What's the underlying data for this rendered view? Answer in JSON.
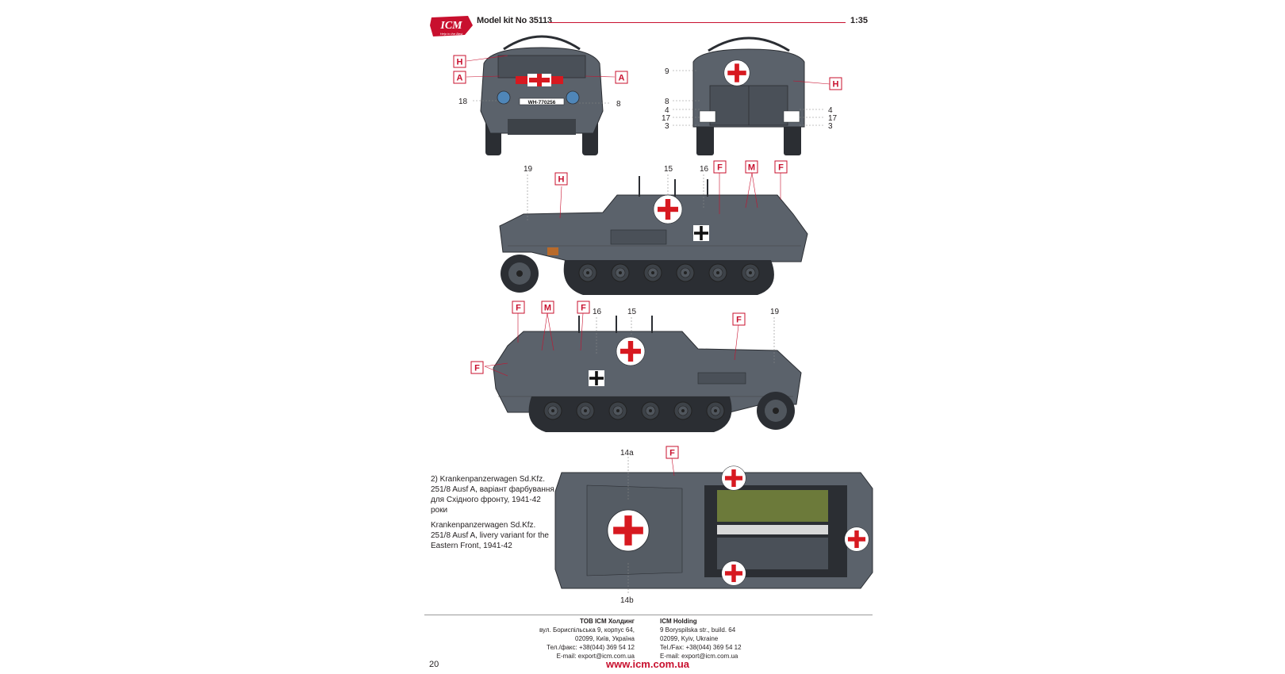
{
  "header": {
    "brand": "ICM",
    "tagline": "Help to the Best",
    "kit_no": "Model kit No 35113",
    "scale": "1:35",
    "accent_color": "#c8102e"
  },
  "vehicle_colors": {
    "panzer_grey": "#5b626b",
    "dark": "#2b2e33",
    "cross_red": "#d71920",
    "interior_green": "#6c7a3a"
  },
  "views": {
    "front": {
      "plate": "WH-770256",
      "callouts": [
        "18",
        "8"
      ],
      "marks": [
        "H",
        "A",
        "A"
      ]
    },
    "rear": {
      "callouts_left": [
        "9",
        "8",
        "4",
        "17",
        "3"
      ],
      "callouts_right": [
        "4",
        "17",
        "3"
      ],
      "marks": [
        "H"
      ]
    },
    "side_left": {
      "callouts": [
        "19",
        "15",
        "16"
      ],
      "marks": [
        "H",
        "F",
        "M",
        "F"
      ]
    },
    "side_right": {
      "callouts": [
        "16",
        "15",
        "19"
      ],
      "marks": [
        "F",
        "M",
        "F",
        "F",
        "F"
      ]
    },
    "top": {
      "callouts": [
        "14a",
        "14b"
      ],
      "marks": [
        "F"
      ]
    }
  },
  "caption": {
    "ua": "2) Krankenpanzerwagen Sd.Kfz. 251/8 Ausf A, варіант фарбування для Східного фронту, 1941-42 роки",
    "en": "Krankenpanzerwagen Sd.Kfz. 251/8 Ausf A, livery variant for the Eastern Front, 1941-42"
  },
  "footer": {
    "left": {
      "company": "ТОВ ICM Холдинг",
      "lines": [
        "вул. Бориспільська 9, корпус 64,",
        "02099, Київ, Україна",
        "Тел./факс: +38(044) 369 54 12",
        "E-mail: export@icm.com.ua"
      ]
    },
    "right": {
      "company": "ICM Holding",
      "lines": [
        "9 Boryspilska str., build. 64",
        "02099, Kyiv, Ukraine",
        "Tel./Fax: +38(044) 369 54 12",
        "E-mail: export@icm.com.ua"
      ]
    },
    "page_number": "20",
    "website": "www.icm.com.ua"
  }
}
